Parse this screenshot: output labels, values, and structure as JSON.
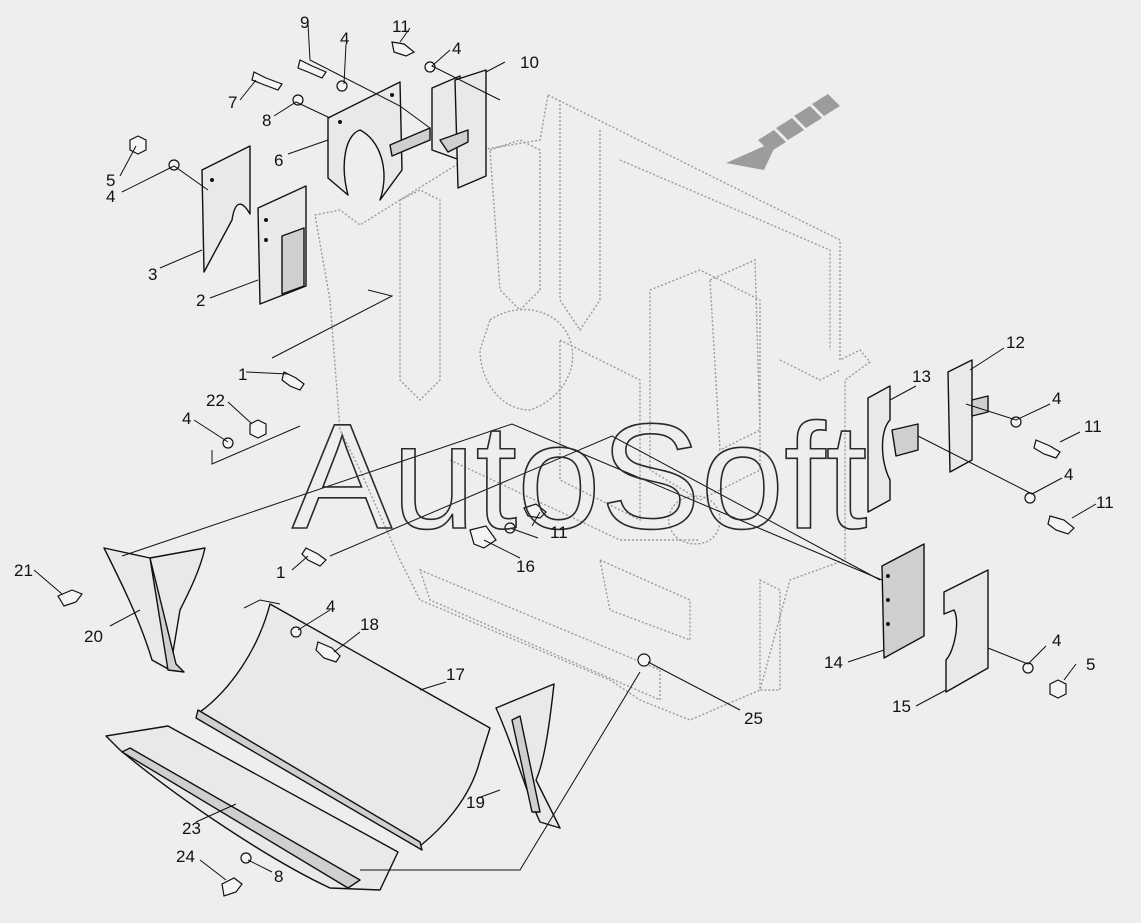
{
  "watermark": "AutoSoft",
  "callouts": [
    "1",
    "1",
    "2",
    "3",
    "4",
    "4",
    "4",
    "4",
    "4",
    "4",
    "4",
    "4",
    "5",
    "5",
    "6",
    "7",
    "8",
    "8",
    "9",
    "10",
    "11",
    "11",
    "11",
    "11",
    "12",
    "13",
    "14",
    "15",
    "16",
    "17",
    "18",
    "19",
    "20",
    "21",
    "22",
    "23",
    "24",
    "25"
  ],
  "colors": {
    "background": "#eeeeee",
    "line": "#111111",
    "frame": "#9a9a9a",
    "direction_arrow": "#9c9c9c"
  },
  "icons": [
    "direction-arrow-icon"
  ]
}
